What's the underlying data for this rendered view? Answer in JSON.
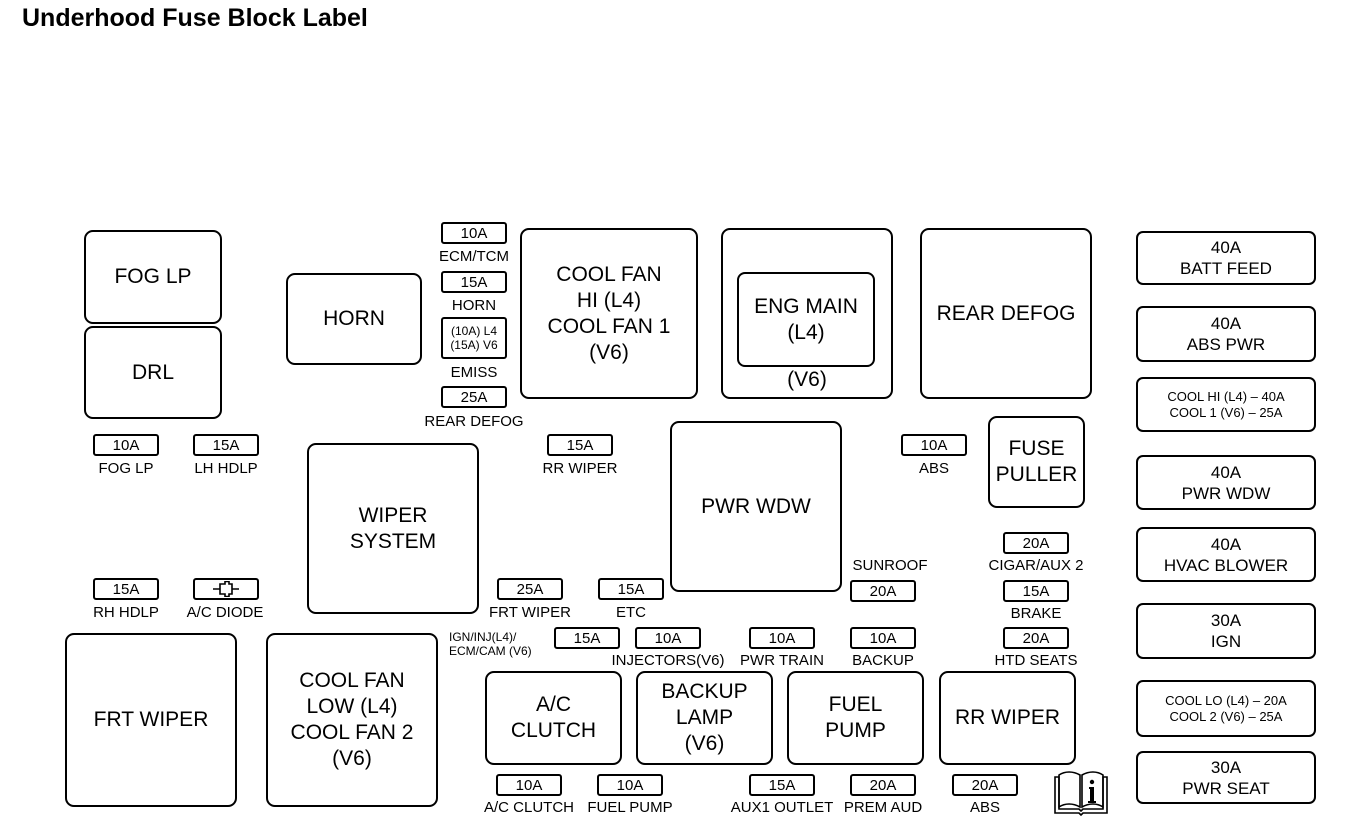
{
  "title": "Underhood Fuse Block Label",
  "relays": {
    "fog_lp": "FOG LP",
    "drl": "DRL",
    "horn": "HORN",
    "cool_fan_hi": "COOL FAN\nHI (L4)\nCOOL FAN 1\n(V6)",
    "eng_main": "ENG MAIN\n(L4)",
    "eng_main_v6": "(V6)",
    "rear_defog": "REAR DEFOG",
    "fuse_puller": "FUSE\nPULLER",
    "wiper_system": "WIPER\nSYSTEM",
    "pwr_wdw": "PWR WDW",
    "frt_wiper": "FRT WIPER",
    "cool_fan_low": "COOL FAN\nLOW (L4)\nCOOL FAN 2\n(V6)",
    "ac_clutch": "A/C\nCLUTCH",
    "backup_lamp": "BACKUP\nLAMP\n(V6)",
    "fuel_pump": "FUEL\nPUMP",
    "rr_wiper": "RR WIPER"
  },
  "fuses": {
    "ecm_tcm": {
      "amp": "10A",
      "name": "ECM/TCM"
    },
    "horn": {
      "amp": "15A",
      "name": "HORN"
    },
    "emiss": {
      "amp": "(10A) L4\n(15A) V6",
      "name": "EMISS"
    },
    "rear_defog": {
      "amp": "25A",
      "name": "REAR DEFOG"
    },
    "fog_lp": {
      "amp": "10A",
      "name": "FOG LP"
    },
    "lh_hdlp": {
      "amp": "15A",
      "name": "LH HDLP"
    },
    "rr_wiper": {
      "amp": "15A",
      "name": "RR WIPER"
    },
    "abs_top": {
      "amp": "10A",
      "name": "ABS"
    },
    "rh_hdlp": {
      "amp": "15A",
      "name": "RH HDLP"
    },
    "ac_diode": {
      "name": "A/C DIODE"
    },
    "frt_wiper": {
      "amp": "25A",
      "name": "FRT WIPER"
    },
    "etc": {
      "amp": "15A",
      "name": "ETC"
    },
    "sunroof": {
      "amp": "20A",
      "name": "SUNROOF"
    },
    "cigar_aux2": {
      "amp": "20A",
      "name": "CIGAR/AUX 2"
    },
    "brake": {
      "amp": "15A",
      "name": "BRAKE"
    },
    "ign_inj": {
      "amp": "15A",
      "name": "IGN/INJ(L4)/\nECM/CAM (V6)"
    },
    "injectors": {
      "amp": "10A",
      "name": "INJECTORS(V6)"
    },
    "pwr_train": {
      "amp": "10A",
      "name": "PWR TRAIN"
    },
    "backup": {
      "amp": "10A",
      "name": "BACKUP"
    },
    "htd_seats": {
      "amp": "20A",
      "name": "HTD SEATS"
    },
    "ac_clutch": {
      "amp": "10A",
      "name": "A/C CLUTCH"
    },
    "fuel_pump": {
      "amp": "10A",
      "name": "FUEL PUMP"
    },
    "aux1_outlet": {
      "amp": "15A",
      "name": "AUX1 OUTLET"
    },
    "prem_aud": {
      "amp": "20A",
      "name": "PREM AUD"
    },
    "abs_bottom": {
      "amp": "20A",
      "name": "ABS"
    }
  },
  "maxi_fuses": {
    "batt_feed": "40A\nBATT FEED",
    "abs_pwr": "40A\nABS PWR",
    "cool_hi": "COOL HI (L4) – 40A\nCOOL 1 (V6) – 25A",
    "pwr_wdw": "40A\nPWR WDW",
    "hvac_blower": "40A\nHVAC BLOWER",
    "ign": "30A\nIGN",
    "cool_lo": "COOL LO (L4) – 20A\nCOOL 2 (V6) – 25A",
    "pwr_seat": "30A\nPWR SEAT"
  },
  "icons": {
    "diode": "diode-symbol-icon",
    "manual": "owner-manual-icon"
  }
}
